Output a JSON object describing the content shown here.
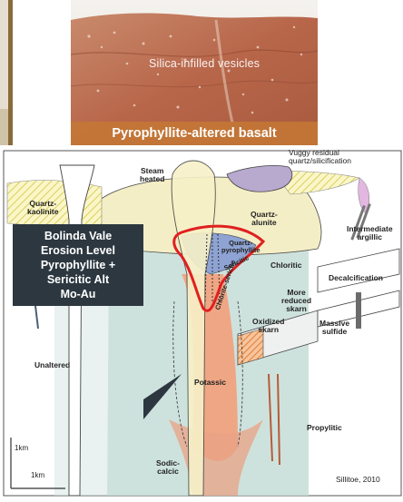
{
  "photo": {
    "caption": "Silica-infilled vesicles",
    "title": "Pyrophyllite-altered basalt"
  },
  "callout": {
    "lines": [
      "Bolinda Vale",
      "Erosion Level",
      "Pyrophyllite +",
      "Sericitic Alt",
      "Mo-Au"
    ]
  },
  "labels": {
    "vuggy": [
      "Vuggy residual",
      "quartz/silicification"
    ],
    "steam": [
      "Steam",
      "heated"
    ],
    "quartz_kaolinite": [
      "Quartz-",
      "kaolinite"
    ],
    "quartz_alunite": [
      "Quartz-",
      "alunite"
    ],
    "intermediate_argillic": [
      "Intermediate",
      "argillic"
    ],
    "quartz_pyrophyllite": [
      "Quartz-",
      "pyrophyllite"
    ],
    "sericitic": "Sericitic",
    "chloritic": "Chloritic",
    "decalcification": "Decalcification",
    "more_reduced_skarn": [
      "More",
      "reduced",
      "skarn"
    ],
    "oxidized_skarn": [
      "Oxidized",
      "skarn"
    ],
    "massive_sulfide": [
      "Massive",
      "sulfide"
    ],
    "chlorite_sericite": "Chlorite-sericite",
    "unaltered": "Unaltered",
    "potassic": "Potassic",
    "propylitic": "Propylitic",
    "sodic_calcic": [
      "Sodic-",
      "calcic"
    ],
    "scale_vertical": "1km",
    "scale_horizontal": "1km",
    "credit": "Sillitoe, 2010"
  },
  "colors": {
    "highlight_outline": "#e02020",
    "callout_bg": "#2c3740",
    "potassic": "#f08a5d",
    "sodic_calcic": "#d9896a",
    "propylitic": "#b8d4cf",
    "quartz_pyrophyllite": "#7f95c9",
    "quartz_alunite": "#f3edc2",
    "argillic": "#d9b3d9",
    "quartz_kaolinite": "#f6f0a0"
  }
}
